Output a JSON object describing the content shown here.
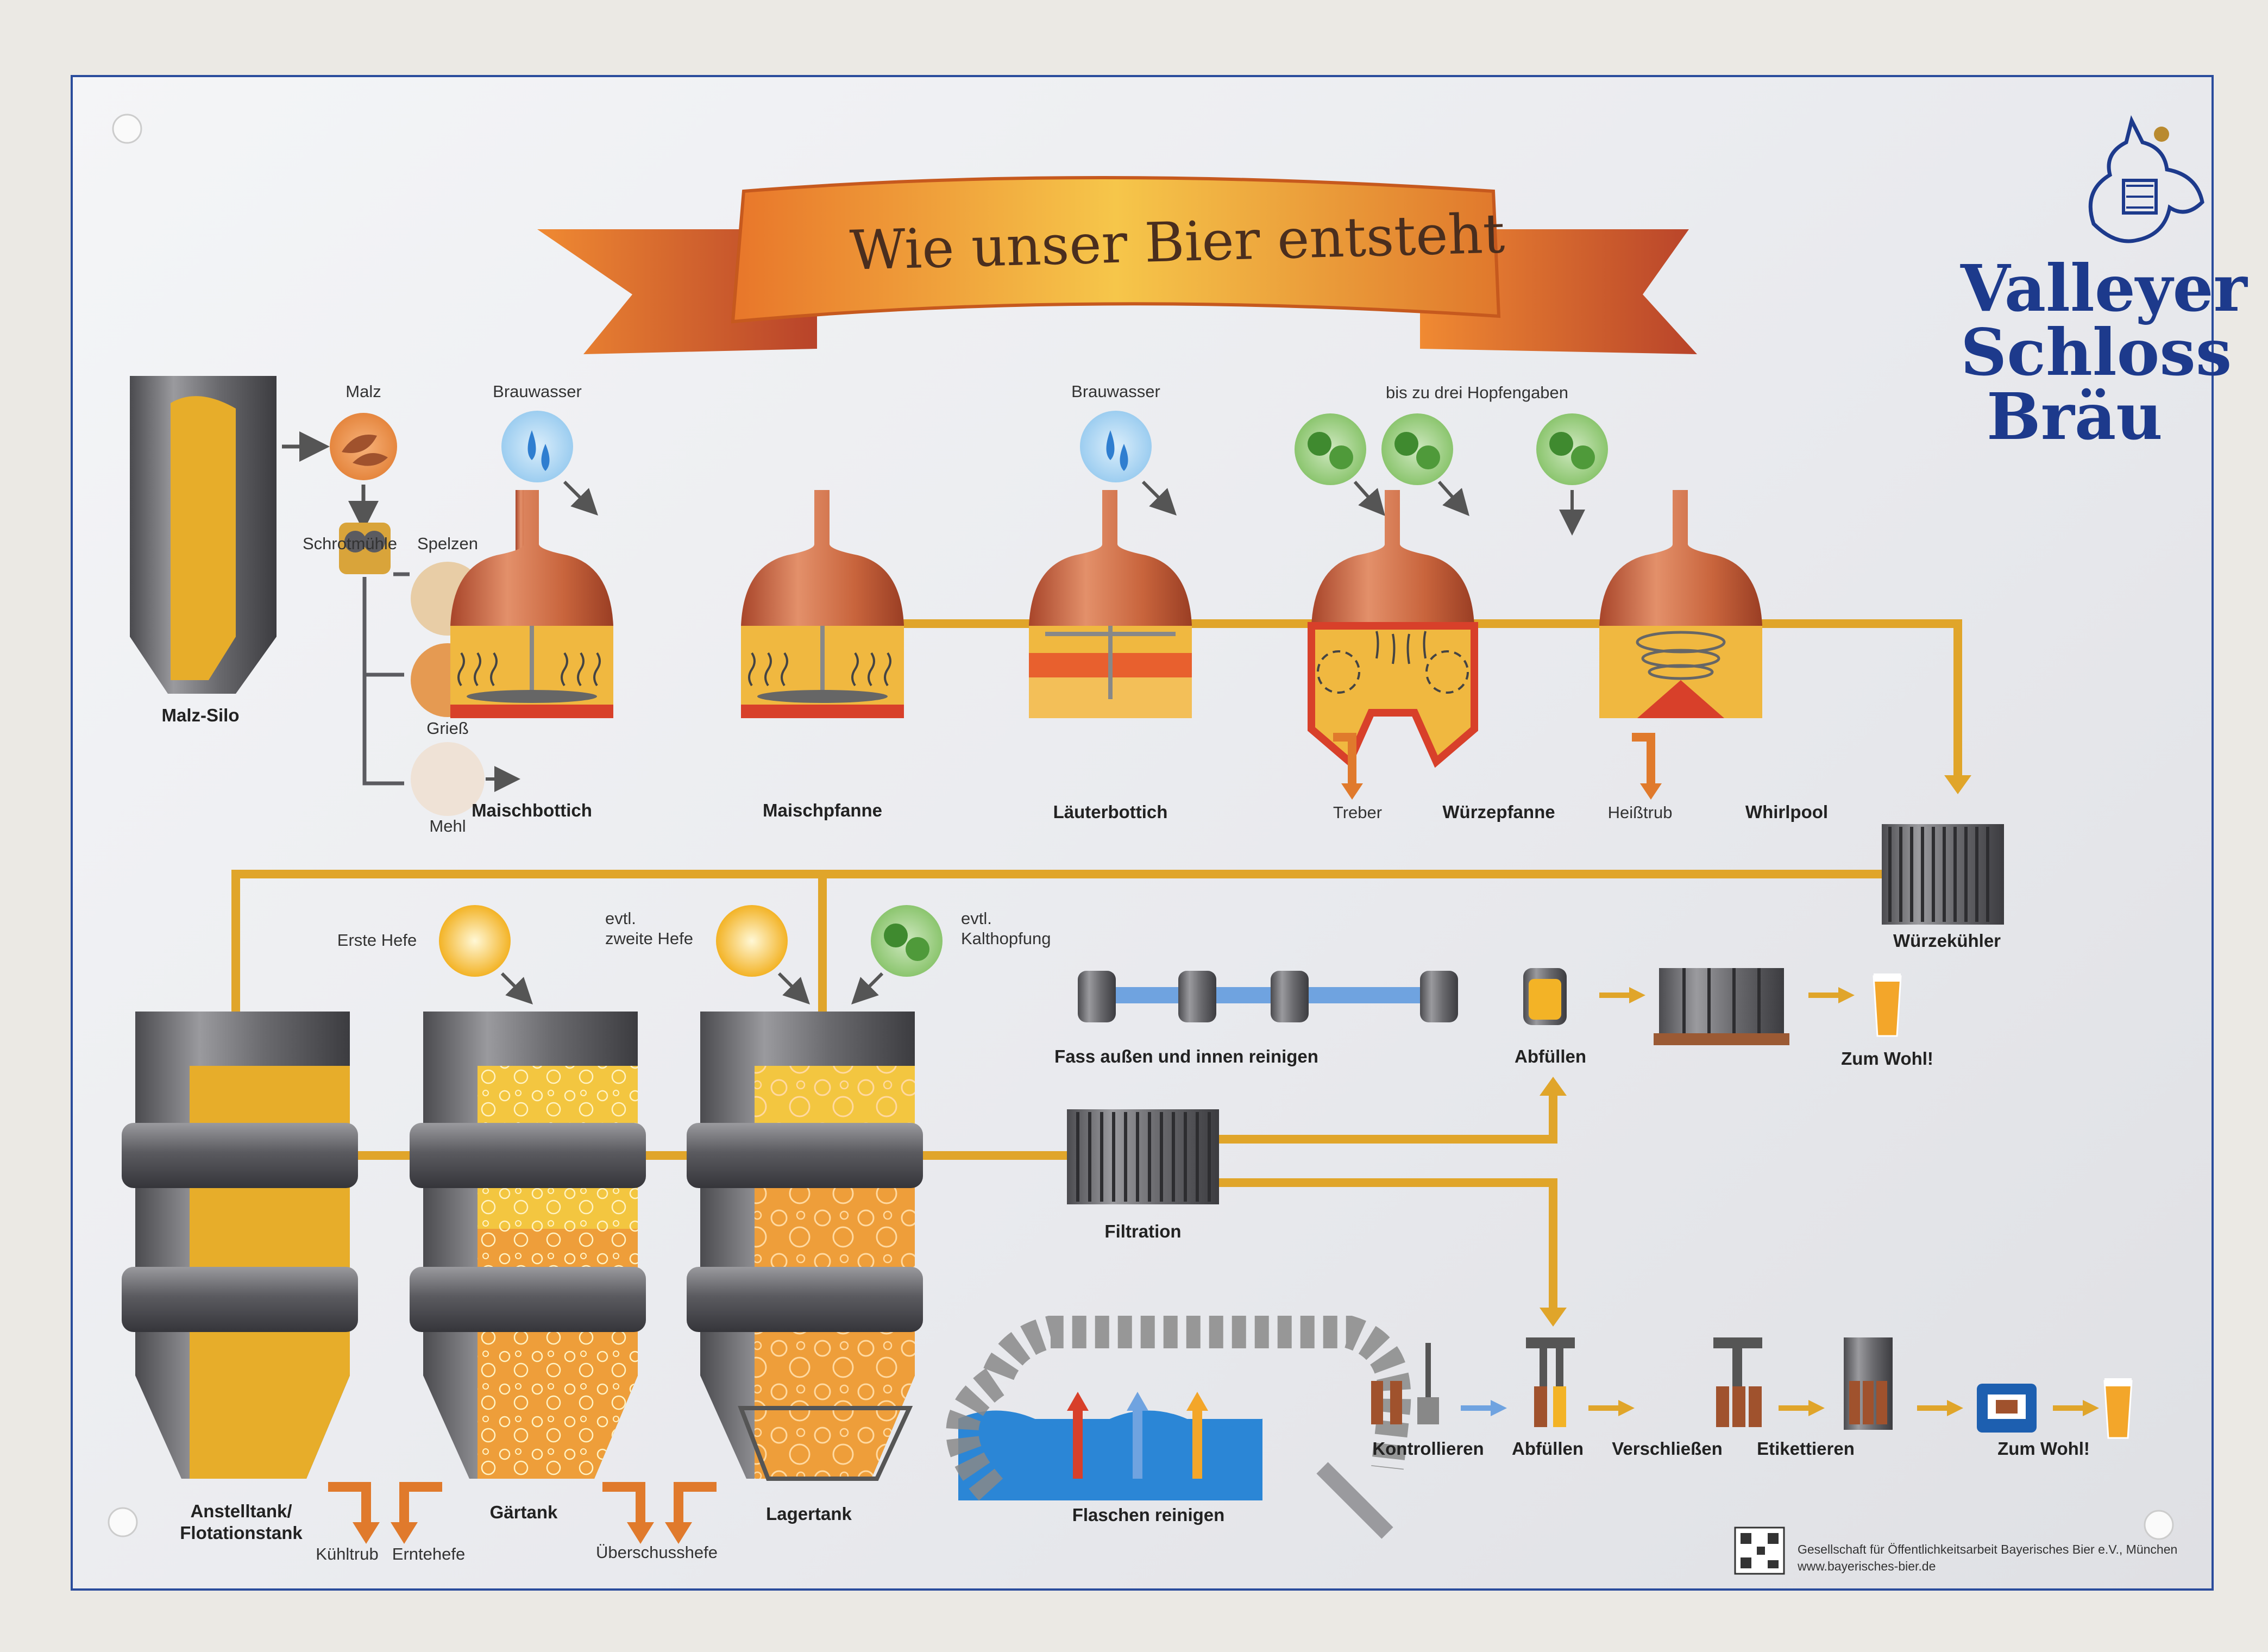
{
  "title": "Wie unser Bier entsteht",
  "brand": {
    "line1": "Valleyer",
    "line2": "Schloss",
    "line3": "Bräu"
  },
  "labels": {
    "malz_silo": "Malz-Silo",
    "malz": "Malz",
    "schrotmuehle": "Schrotmühle",
    "spelzen": "Spelzen",
    "griess": "Grieß",
    "mehl": "Mehl",
    "brauwasser_1": "Brauwasser",
    "brauwasser_2": "Brauwasser",
    "hopfengaben": "bis zu drei Hopfengaben",
    "maischbottich": "Maischbottich",
    "maischpfanne": "Maischpfanne",
    "laeuterbottich": "Läuterbottich",
    "treber": "Treber",
    "wuerzepfanne": "Würzepfanne",
    "heisstrub": "Heißtrub",
    "whirlpool": "Whirlpool",
    "wuerzekuehler": "Würzekühler",
    "erste_hefe": "Erste Hefe",
    "zweite_hefe_1": "evtl.",
    "zweite_hefe_2": "zweite Hefe",
    "kalthopfung_1": "evtl.",
    "kalthopfung_2": "Kalthopfung",
    "fass_reinigen": "Fass außen und innen reinigen",
    "abfuellen_fass": "Abfüllen",
    "zum_wohl_1": "Zum Wohl!",
    "filtration": "Filtration",
    "anstelltank_1": "Anstelltank/",
    "anstelltank_2": "Flotationstank",
    "gaertank": "Gärtank",
    "lagertank": "Lagertank",
    "kuehltrub": "Kühltrub",
    "erntehefe": "Erntehefe",
    "ueberschusshefe": "Überschusshefe",
    "flaschen_reinigen": "Flaschen reinigen",
    "kontrollieren": "Kontrollieren",
    "abfuellen_flasche": "Abfüllen",
    "verschliessen": "Verschließen",
    "etikettieren": "Etikettieren",
    "zum_wohl_2": "Zum Wohl!"
  },
  "footer": {
    "line1": "Gesellschaft für Öffentlichkeitsarbeit Bayerisches Bier e.V., München",
    "line2": "www.bayerisches-bier.de"
  },
  "colors": {
    "copper": "#c8643c",
    "pipe": "#e0a52a",
    "brand_blue": "#1d3a8c",
    "banner": "#f0a23a",
    "water_blue": "#3d8fd6",
    "hops_green": "#4f9a3a",
    "waste_orange": "#e07a2c"
  }
}
